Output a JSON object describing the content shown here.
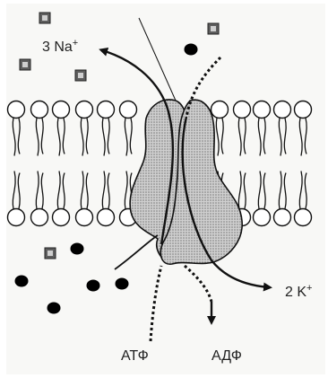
{
  "labels": {
    "sodium_count": "3 Na",
    "sodium_charge": "+",
    "potassium_count": "2 K",
    "potassium_charge": "+",
    "atp": "АТФ",
    "adp": "АДФ"
  },
  "colors": {
    "background": "#f8f8f6",
    "line": "#111111",
    "protein_fill": "#b4b4b4",
    "ion_black": "#000000",
    "ion_square": "#666666"
  }
}
